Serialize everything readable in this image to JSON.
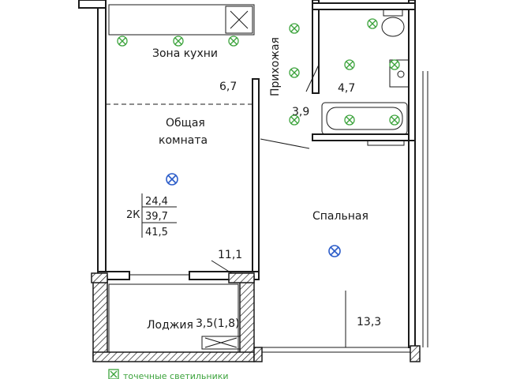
{
  "rooms": {
    "kitchen": {
      "name": "Зона кухни",
      "area": "6,7"
    },
    "living": {
      "name_line1": "Общая",
      "name_line2": "комната",
      "area": "11,1"
    },
    "hallway": {
      "name": "Прихожая",
      "area": "3,9"
    },
    "bathroom": {
      "area": "4,7"
    },
    "bedroom": {
      "name": "Спальная",
      "area": "13,3"
    },
    "loggia": {
      "name": "Лоджия",
      "area": "3,5(1,8)"
    }
  },
  "area_table": {
    "type": "2К",
    "living": "24,4",
    "total": "39,7",
    "total_with_loggia": "41,5"
  },
  "legend": {
    "text": "точечные светильники"
  },
  "colors": {
    "light_marker": "#3ca33c",
    "ceiling_light": "#2b5cc9",
    "line": "#1a1a1a"
  }
}
